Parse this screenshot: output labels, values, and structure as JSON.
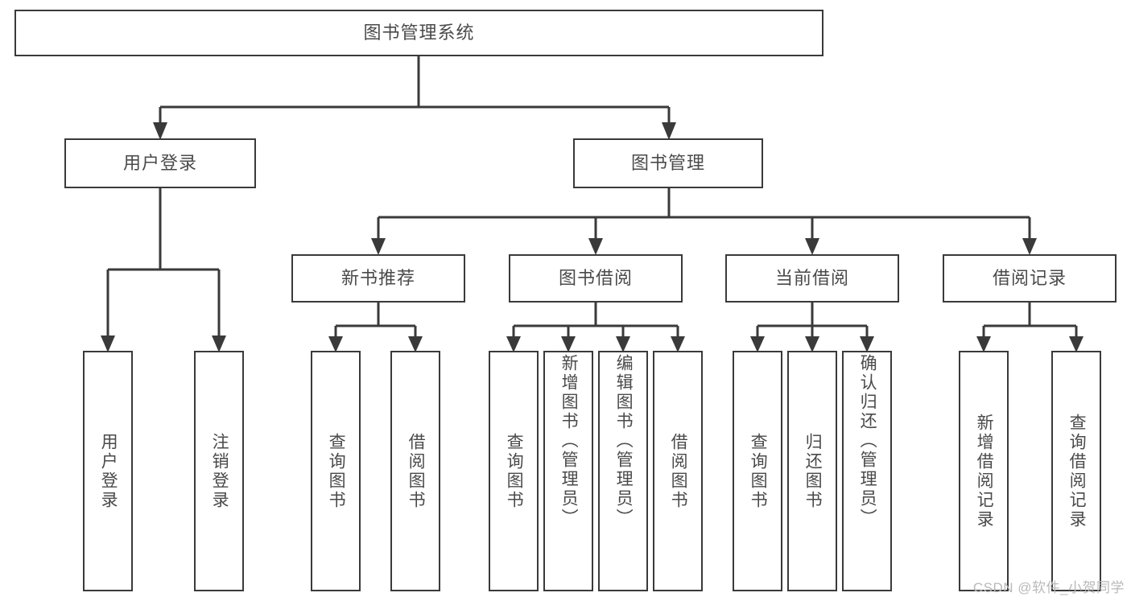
{
  "diagram": {
    "type": "tree-hierarchy-flowchart",
    "title": "图书管理系统",
    "watermark": "CSDN @软件_小贺同学",
    "colors": {
      "box_border": "#3a3a3a",
      "box_fill": "#ffffff",
      "text": "#4a4a4a",
      "connector": "#3a3a3a",
      "background": "#ffffff",
      "watermark": "#b9b9b9"
    },
    "root": {
      "id": "root",
      "label": "图书管理系统"
    },
    "level1": [
      {
        "id": "user-login",
        "label": "用户登录"
      },
      {
        "id": "book-management",
        "label": "图书管理"
      }
    ],
    "level2": [
      {
        "id": "new-book-recommend",
        "label": "新书推荐",
        "parent": "book-management"
      },
      {
        "id": "book-borrow",
        "label": "图书借阅",
        "parent": "book-management"
      },
      {
        "id": "current-borrow",
        "label": "当前借阅",
        "parent": "book-management"
      },
      {
        "id": "borrow-record",
        "label": "借阅记录",
        "parent": "book-management"
      }
    ],
    "leaves": {
      "user-login": [
        {
          "id": "leaf-user-login",
          "label": "用户登录"
        },
        {
          "id": "leaf-logout",
          "label": "注销登录"
        }
      ],
      "new-book-recommend": [
        {
          "id": "leaf-query-book-1",
          "label": "查询图书"
        },
        {
          "id": "leaf-borrow-book-1",
          "label": "借阅图书"
        }
      ],
      "book-borrow": [
        {
          "id": "leaf-query-book-2",
          "label": "查询图书"
        },
        {
          "id": "leaf-add-book",
          "label": "新增图书（管理员）"
        },
        {
          "id": "leaf-edit-book",
          "label": "编辑图书（管理员）"
        },
        {
          "id": "leaf-borrow-book-2",
          "label": "借阅图书"
        }
      ],
      "current-borrow": [
        {
          "id": "leaf-query-book-3",
          "label": "查询图书"
        },
        {
          "id": "leaf-return-book",
          "label": "归还图书"
        },
        {
          "id": "leaf-confirm-return",
          "label": "确认归还（管理员）"
        }
      ],
      "borrow-record": [
        {
          "id": "leaf-add-record",
          "label": "新增借阅记录"
        },
        {
          "id": "leaf-query-record",
          "label": "查询借阅记录"
        }
      ]
    }
  }
}
